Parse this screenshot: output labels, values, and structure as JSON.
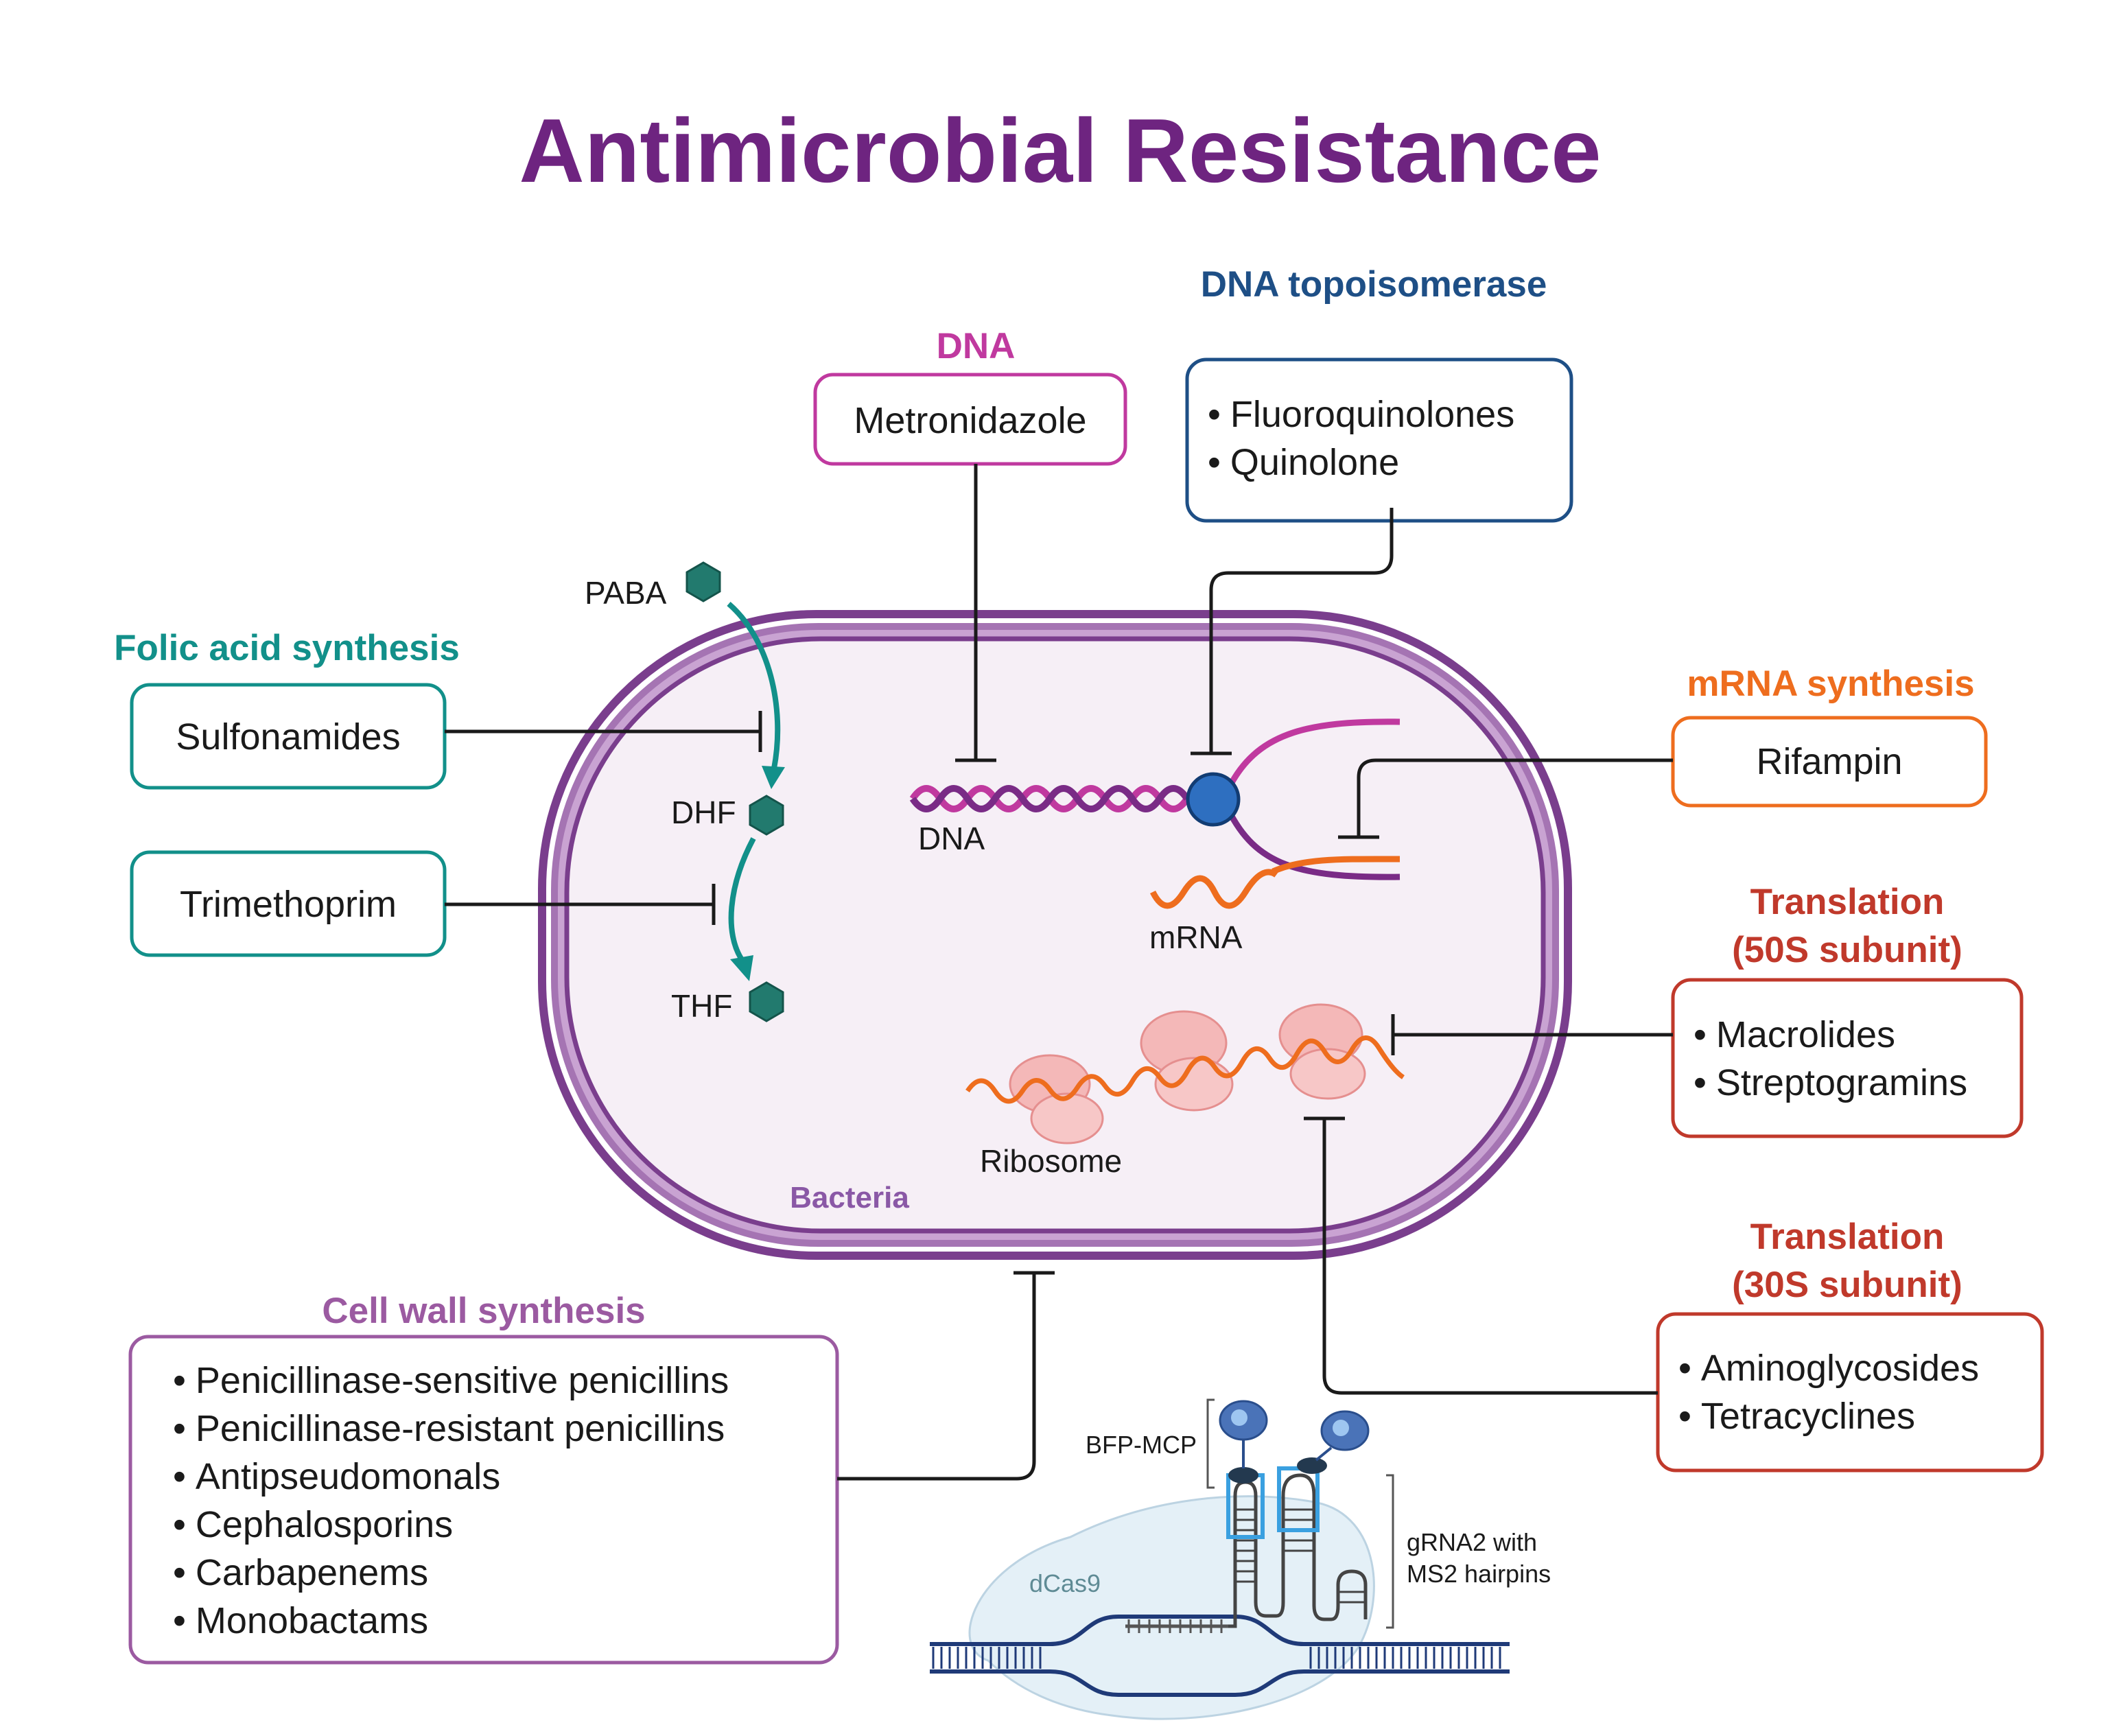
{
  "title": "Antimicrobial Resistance",
  "colors": {
    "title": "#6e2480",
    "dna": "#c0399f",
    "topoisomerase": "#1e4f86",
    "folic": "#12908a",
    "mrna": "#ee6d1e",
    "translation": "#c0392b",
    "cellwall": "#9b5aa1",
    "membrane": "#7a3e8d",
    "cytoplasm": "#f6eff6"
  },
  "targets": {
    "dna": {
      "header": "DNA",
      "drugs": [
        "Metronidazole"
      ]
    },
    "topoisomerase": {
      "header": "DNA topoisomerase",
      "drugs": [
        "Fluoroquinolones",
        "Quinolone"
      ]
    },
    "folic": {
      "header": "Folic acid synthesis",
      "drugs": [
        "Sulfonamides",
        "Trimethoprim"
      ]
    },
    "mrna": {
      "header": "mRNA synthesis",
      "drugs": [
        "Rifampin"
      ]
    },
    "trans50": {
      "header_line1": "Translation",
      "header_line2": "(50S subunit)",
      "drugs": [
        "Macrolides",
        "Streptogramins"
      ]
    },
    "trans30": {
      "header_line1": "Translation",
      "header_line2": "(30S subunit)",
      "drugs": [
        "Aminoglycosides",
        "Tetracyclines"
      ]
    },
    "cellwall": {
      "header": "Cell wall synthesis",
      "drugs": [
        "Penicillinase-sensitive penicillins",
        "Penicillinase-resistant penicillins",
        "Antipseudomonals",
        "Cephalosporins",
        "Carbapenems",
        "Monobactams"
      ]
    }
  },
  "labels": {
    "paba": "PABA",
    "dhf": "DHF",
    "thf": "THF",
    "dna": "DNA",
    "mrna": "mRNA",
    "ribosome": "Ribosome",
    "bacteria": "Bacteria"
  },
  "crispr": {
    "bfp": "BFP-MCP",
    "grna_line1": "gRNA2 with",
    "grna_line2": "MS2 hairpins",
    "dcas9": "dCas9"
  },
  "bullet": "•"
}
